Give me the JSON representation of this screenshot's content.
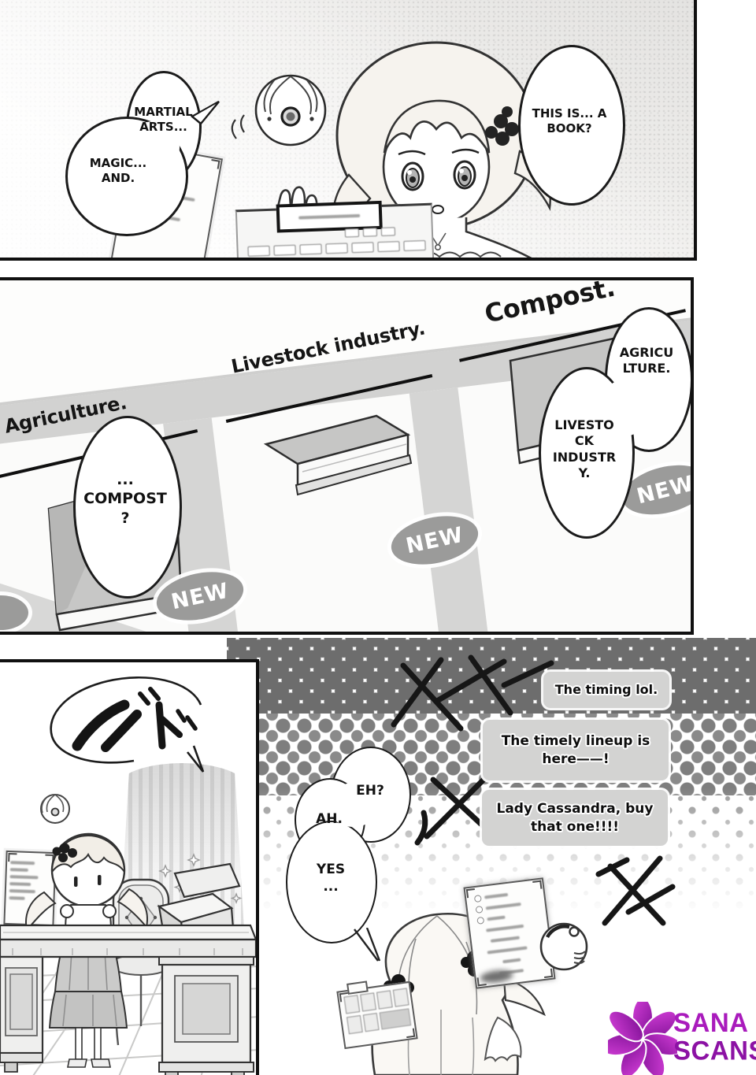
{
  "panel1": {
    "bubbles": {
      "martial_arts": "MARTIAL\nARTS...",
      "magic_and": "MAGIC...\nAND.",
      "this_is_a_book": "THIS IS... A\nBOOK?"
    }
  },
  "panel2": {
    "shelf_labels": {
      "agriculture": "Agriculture.",
      "livestock": "Livestock industry.",
      "compost": "Compost."
    },
    "badge_new": "NEW",
    "bubbles": {
      "compost_question": "...\nCOMPOST\n?",
      "agriculture": "AGRICU\nLTURE.",
      "livestock": "LIVESTO\nCK\nINDUSTR\nY."
    }
  },
  "panel3": {
    "sfx_thud": "ゴトッ"
  },
  "overlay": {
    "comments": [
      "The timing lol.",
      "The timely lineup is here——!",
      "Lady Cassandra, buy that one!!!!"
    ],
    "reply_bubble": {
      "eh": "EH?",
      "ah": "AH.",
      "yes": "YES\n..."
    }
  },
  "credits": {
    "group_line1": "SANA",
    "group_line2": "SCANS",
    "logo_color": "#a21caf"
  }
}
